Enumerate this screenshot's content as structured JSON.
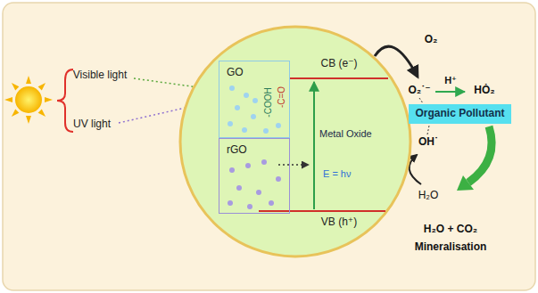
{
  "diagram": {
    "nodes": [
      {
        "text": [
          "CB (e⁻)",
          "Metal Oxide",
          "E = hν",
          "VB (h⁺)"
        ]
      },
      {
        "text": [
          "GO",
          "-COOH",
          "-C=O"
        ],
        "in": 0
      },
      {
        "text": [
          "rGO"
        ],
        "in": 0
      },
      {
        "text": [
          "Organic Pollutant"
        ]
      }
    ],
    "labels": [
      "Visible light",
      "UV light",
      "O₂",
      "O₂˙⁻",
      "H⁺",
      "HȮ₂",
      "OH˙",
      "H₂O",
      "H₂O + CO₂",
      "Mineralisation"
    ]
  }
}
